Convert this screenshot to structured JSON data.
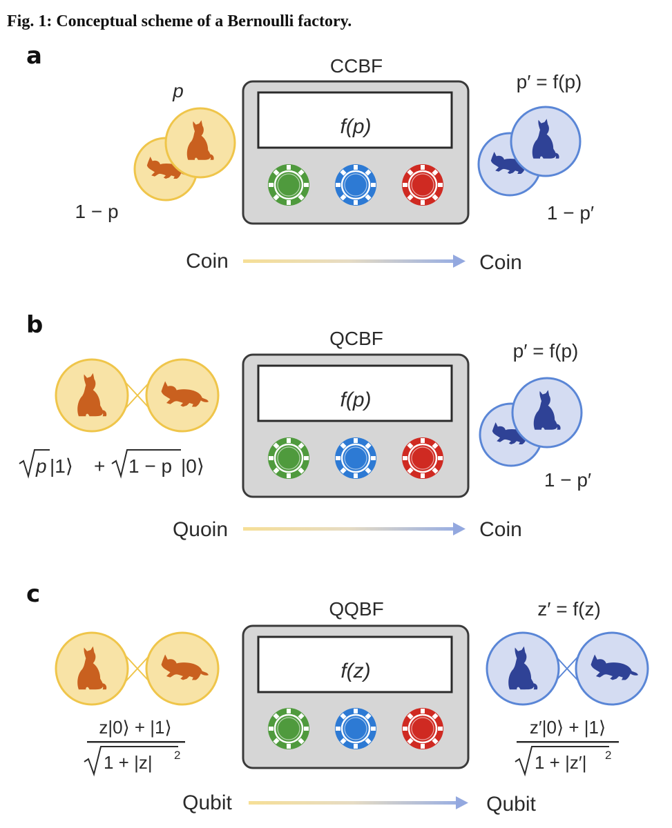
{
  "figure": {
    "title": "Fig. 1: Conceptual scheme of a Bernoulli factory."
  },
  "panels": [
    {
      "letter": "a",
      "box_title": "CCBF",
      "screen_text": "f(p)",
      "input_top_label": "p",
      "input_bottom_label": "1 − p",
      "output_top_label": "p′ = f(p)",
      "output_bottom_label": "1 − p′",
      "arrow_left": "Coin",
      "arrow_right": "Coin"
    },
    {
      "letter": "b",
      "box_title": "QCBF",
      "screen_text": "f(p)",
      "input_formula": "√p|1⟩ + √1 − p|0⟩",
      "input_formula_parts": {
        "sqrt1": "p",
        "ket1": "|1⟩",
        "plus": "+",
        "sqrt2": "1 − p",
        "ket2": "|0⟩"
      },
      "output_top_label": "p′ = f(p)",
      "output_bottom_label": "1 − p′",
      "arrow_left": "Quoin",
      "arrow_right": "Coin"
    },
    {
      "letter": "c",
      "box_title": "QQBF",
      "screen_text": "f(z)",
      "input_numerator": "z|0⟩ + |1⟩",
      "input_denominator": "1 + |z|",
      "input_exponent": "2",
      "output_top_label": "z′ = f(z)",
      "output_numerator": "z′|0⟩ + |1⟩",
      "output_denominator": "1 + |z′|",
      "output_exponent": "2",
      "arrow_left": "Qubit",
      "arrow_right": "Qubit"
    }
  ],
  "colors": {
    "classical_fill": "#f8e3a6",
    "classical_stroke": "#efc54a",
    "classical_cat": "#c9601f",
    "quantum_fill": "#d4dcf2",
    "quantum_stroke": "#5a86d6",
    "quantum_cat": "#2f4296",
    "box_fill": "#d6d6d6",
    "box_stroke": "#3a3a3a",
    "chip_green": "#4f9a3d",
    "chip_blue": "#2d7ad4",
    "chip_red": "#cf2a22",
    "arrow_start": "#f3d98b",
    "arrow_end": "#93a8df"
  },
  "icons": [
    "sitting-cat-icon",
    "crouching-cat-icon",
    "green-chip-icon",
    "blue-chip-icon",
    "red-chip-icon"
  ]
}
